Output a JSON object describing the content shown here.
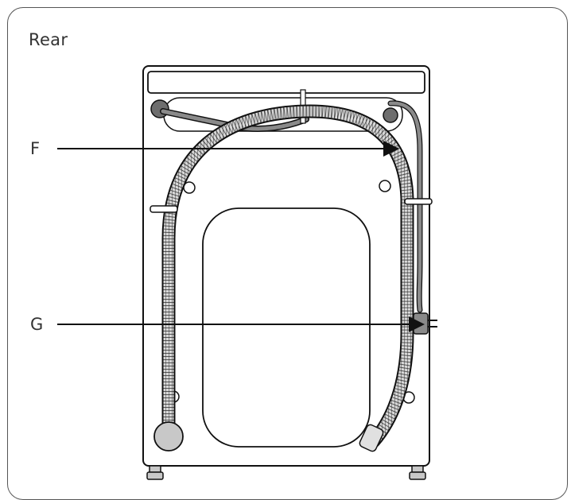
{
  "title": "Rear",
  "callouts": [
    {
      "id": "F",
      "label": "F",
      "target": "drain-hose"
    },
    {
      "id": "G",
      "label": "G",
      "target": "power-cord-plug"
    }
  ],
  "colors": {
    "outline": "#1a1a1a",
    "hose_fill": "#d0d0d0",
    "cord": "#8a8a8a",
    "hole_fill": "#6e6e6e",
    "foot_fill": "#c8c8c8"
  }
}
